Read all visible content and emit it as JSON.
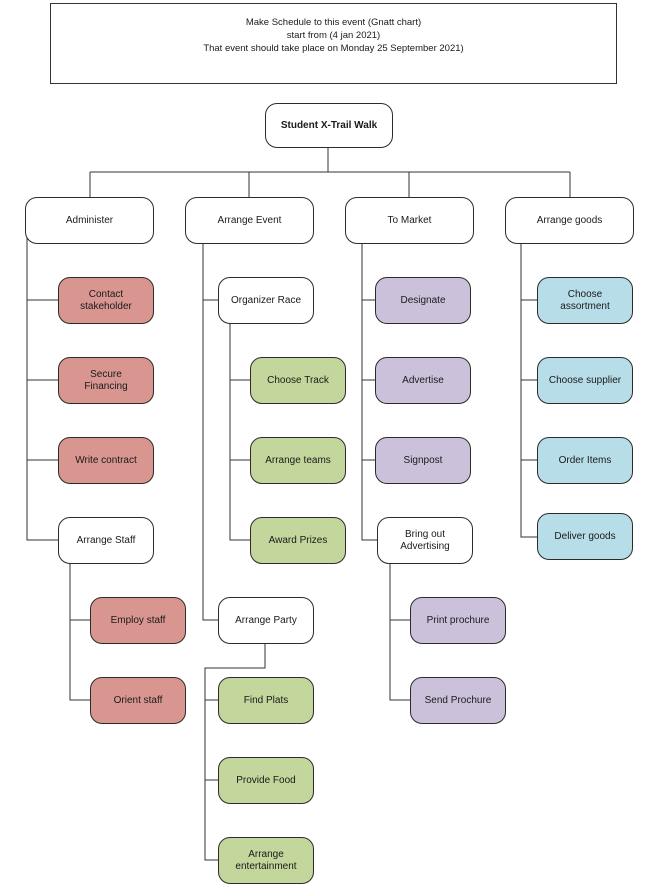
{
  "header": {
    "line1": "Make Schedule to this event (Gnatt chart)",
    "line2": "start from (4 jan 2021)",
    "line3": "That event should take place on Monday 25 September 2021)"
  },
  "colors": {
    "red": "#d99691",
    "green": "#c3d69b",
    "purple": "#ccc1da",
    "blue": "#b7dde8",
    "white": "#ffffff"
  },
  "diagram": {
    "root": "Student X-Trail Walk",
    "administer": {
      "label": "Administer",
      "contact": "Contact\nstakeholder",
      "financing": "Secure\nFinancing",
      "contract": "Write contract",
      "staff": "Arrange Staff",
      "employ": "Employ staff",
      "orient": "Orient staff"
    },
    "event": {
      "label": "Arrange Event",
      "race": "Organizer Race",
      "track": "Choose Track",
      "teams": "Arrange teams",
      "prizes": "Award Prizes",
      "party": "Arrange Party",
      "plats": "Find Plats",
      "food": "Provide Food",
      "entertainment": "Arrange\nentertainment"
    },
    "market": {
      "label": "To Market",
      "designate": "Designate",
      "advertise": "Advertise",
      "signpost": "Signpost",
      "advertising": "Bring out\nAdvertising",
      "print": "Print prochure",
      "send": "Send Prochure"
    },
    "goods": {
      "label": "Arrange goods",
      "assortment": "Choose\nassortment",
      "supplier": "Choose supplier",
      "order": "Order Items",
      "deliver": "Deliver goods"
    }
  }
}
